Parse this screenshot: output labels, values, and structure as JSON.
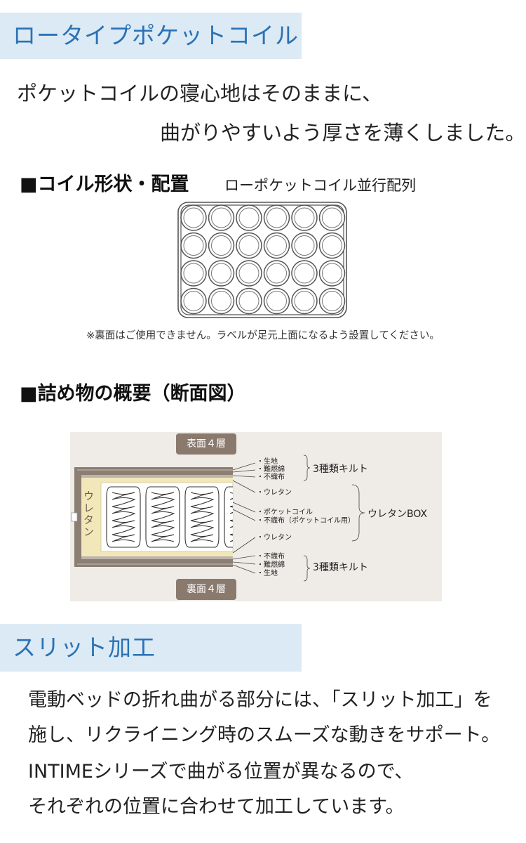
{
  "section1": {
    "title": "ロータイプポケットコイル",
    "lead": [
      "ポケットコイルの寝心地はそのままに、",
      "曲がりやすいよう厚さを薄くしました。"
    ],
    "shape_heading": "■コイル形状・配置",
    "shape_desc": "ローポケットコイル並行配列",
    "grid": {
      "rows": 4,
      "cols": 6
    },
    "note": "※裏面はご使用できません。ラベルが足元上面になるよう設置してください。",
    "filling_heading": "■詰め物の概要（断面図）",
    "cross_section": {
      "badge_top": "表面４層",
      "badge_bottom": "裏面４層",
      "urethane_vertical": "ウレタン",
      "top_layers": [
        "・生地",
        "・難燃綿",
        "・不織布"
      ],
      "top_group": "3種類キルト",
      "middle_layers": [
        "・ウレタン",
        "・ポケットコイル",
        "・不織布（ポケットコイル用）",
        "・ウレタン"
      ],
      "middle_group": "ウレタンBOX",
      "bottom_layers": [
        "・不織布",
        "・難燃綿",
        "・生地"
      ],
      "bottom_group": "3種類キルト"
    }
  },
  "section2": {
    "title": "スリット加工",
    "body": [
      "電動ベッドの折れ曲がる部分には、「スリット加工」を",
      "施し、リクライニング時のスムーズな動きをサポート。",
      "INTIMEシリーズで曲がる位置が異なるので、",
      "それぞれの位置に合わせて加工しています。"
    ]
  },
  "colors": {
    "header_bg": "#dceaf5",
    "header_text": "#2a72b5",
    "badge_bg": "#8a7a6e",
    "urethane": "#f1e7b8",
    "quilt": "#8b7e73"
  }
}
